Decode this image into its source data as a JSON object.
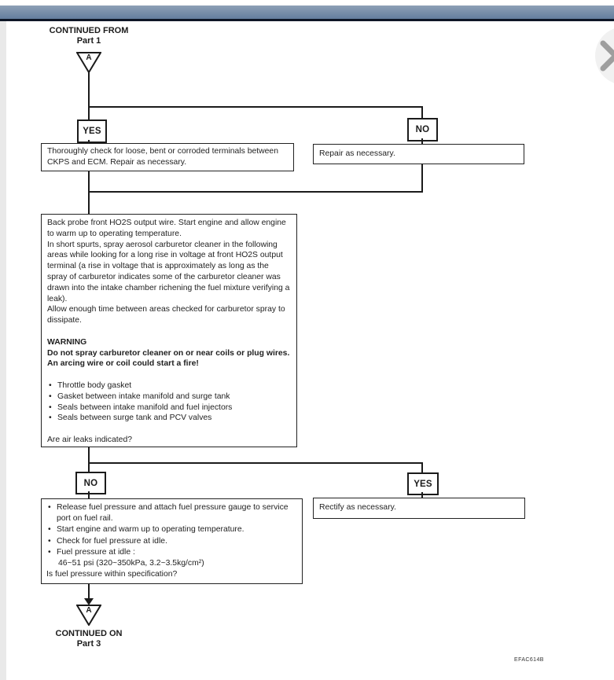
{
  "nav": {
    "chevron_icon": "chevron-right"
  },
  "colors": {
    "titlebar_top": "#8da0b6",
    "titlebar_bottom": "#647e9e",
    "titlebar_border": "#0e1626",
    "line": "#1b1b1b",
    "gutter": "#e9e9e9",
    "button_bg": "#f1f1f1",
    "button_icon": "#9e9e9e"
  },
  "flowchart": {
    "continued_from": {
      "title": "CONTINUED FROM",
      "subtitle": "Part 1",
      "connector": "A"
    },
    "branch1": {
      "yes_label": "YES",
      "yes_action": "Thoroughly check for loose, bent or corroded terminals between CKPS and ECM. Repair as necessary.",
      "no_label": "NO",
      "no_action": "Repair as necessary."
    },
    "main_box": {
      "p1": "Back probe front HO2S output wire. Start engine and allow engine to warm up to operating temperature.",
      "p2": "In short spurts, spray aerosol carburetor cleaner in the following areas while looking for a long rise in voltage at front HO2S output terminal (a rise in voltage that is approximately as long as the spray of carburetor indicates some of the carburetor cleaner was drawn into the intake chamber richening the fuel mixture verifying a leak).",
      "p3": "Allow enough time between areas checked for carburetor spray to dissipate.",
      "warning_title": "WARNING",
      "warning_text": "Do not spray carburetor cleaner on or near coils or plug wires. An arcing wire or coil could start a fire!",
      "bullets": [
        "Throttle body gasket",
        "Gasket between intake manifold and surge tank",
        "Seals between intake manifold and fuel injectors",
        "Seals between surge tank and PCV valves"
      ],
      "question": "Are air leaks indicated?"
    },
    "branch2": {
      "no_label": "NO",
      "yes_label": "YES",
      "yes_action": "Rectify as necessary.",
      "no_box": {
        "items": [
          "Release fuel pressure and attach fuel pressure gauge to service port on fuel rail.",
          "Start engine and warm up to operating temperature.",
          "Check for fuel pressure at idle.",
          "Fuel pressure at idle :"
        ],
        "spec": "46~51 psi (320~350kPa, 3.2~3.5kg/cm²)",
        "question": "Is fuel pressure within specification?"
      }
    },
    "continued_on": {
      "connector": "A",
      "title": "CONTINUED ON",
      "subtitle": "Part 3"
    },
    "figure_code": "EFAC614B"
  }
}
